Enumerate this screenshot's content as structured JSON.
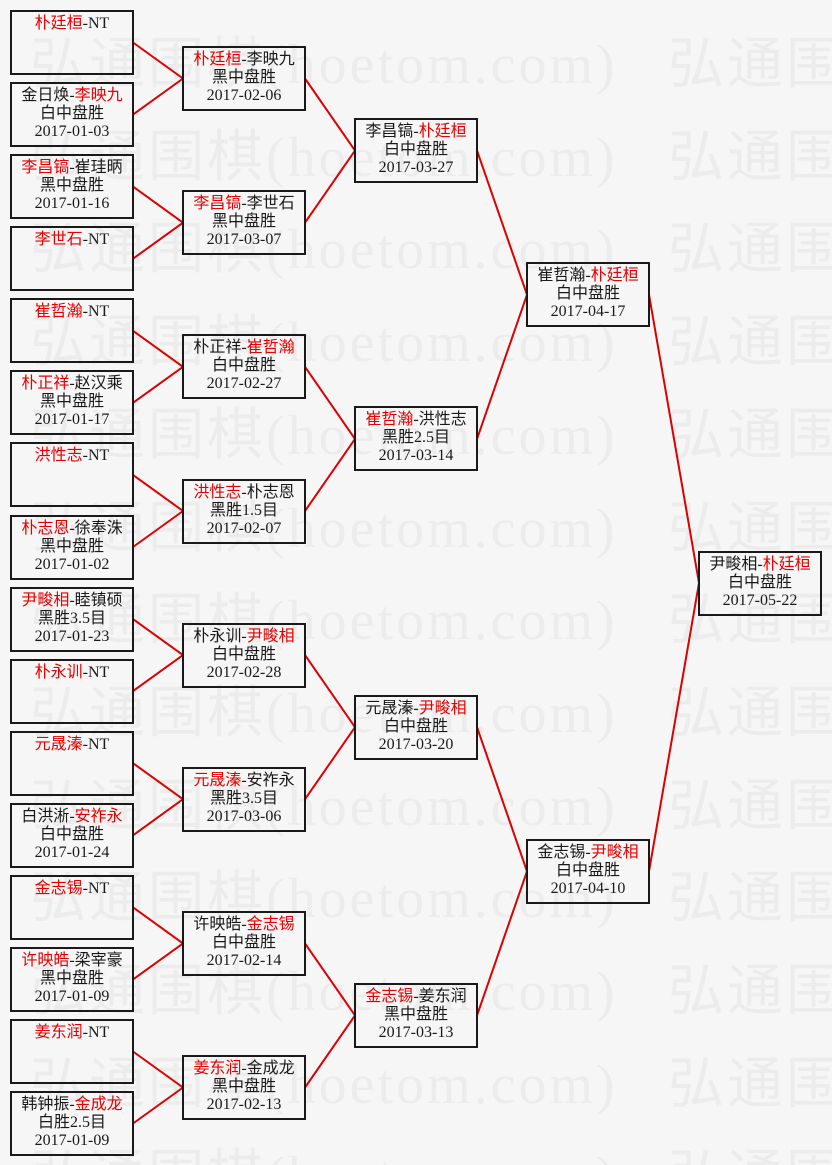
{
  "watermark": {
    "text": "弘通围棋(hoetom.com)",
    "color": "#ececec"
  },
  "colors": {
    "background": "#f6f6f6",
    "box_border": "#191919",
    "text": "#191919",
    "winner_text": "#e60000",
    "connector_line": "#dc0000"
  },
  "bracket": {
    "rounds": [
      {
        "name": "round-1",
        "matches": [
          {
            "left": "朴廷桓",
            "right": "NT",
            "red": "left",
            "result": null,
            "date": null
          },
          {
            "left": "金日焕",
            "right": "李映九",
            "red": "right",
            "result": "白中盘胜",
            "date": "2017-01-03"
          },
          {
            "left": "李昌镐",
            "right": "崔珪昞",
            "red": "left",
            "result": "黑中盘胜",
            "date": "2017-01-16"
          },
          {
            "left": "李世石",
            "right": "NT",
            "red": "left",
            "result": null,
            "date": null
          },
          {
            "left": "崔哲瀚",
            "right": "NT",
            "red": "left",
            "result": null,
            "date": null
          },
          {
            "left": "朴正祥",
            "right": "赵汉乘",
            "red": "left",
            "result": "黑中盘胜",
            "date": "2017-01-17"
          },
          {
            "left": "洪性志",
            "right": "NT",
            "red": "left",
            "result": null,
            "date": null
          },
          {
            "left": "朴志恩",
            "right": "徐奉洙",
            "red": "left",
            "result": "黑中盘胜",
            "date": "2017-01-02"
          },
          {
            "left": "尹畯相",
            "right": "睦镇硕",
            "red": "left",
            "result": "黑胜3.5目",
            "date": "2017-01-23"
          },
          {
            "left": "朴永训",
            "right": "NT",
            "red": "left",
            "result": null,
            "date": null
          },
          {
            "left": "元晟溱",
            "right": "NT",
            "red": "left",
            "result": null,
            "date": null
          },
          {
            "left": "白洪淅",
            "right": "安祚永",
            "red": "right",
            "result": "白中盘胜",
            "date": "2017-01-24"
          },
          {
            "left": "金志锡",
            "right": "NT",
            "red": "left",
            "result": null,
            "date": null
          },
          {
            "left": "许映皓",
            "right": "梁宰豪",
            "red": "left",
            "result": "黑中盘胜",
            "date": "2017-01-09"
          },
          {
            "left": "姜东润",
            "right": "NT",
            "red": "left",
            "result": null,
            "date": null
          },
          {
            "left": "韩钟振",
            "right": "金成龙",
            "red": "right",
            "result": "白胜2.5目",
            "date": "2017-01-09"
          }
        ]
      },
      {
        "name": "round-2",
        "matches": [
          {
            "left": "朴廷桓",
            "right": "李映九",
            "red": "left",
            "result": "黑中盘胜",
            "date": "2017-02-06"
          },
          {
            "left": "李昌镐",
            "right": "李世石",
            "red": "left",
            "result": "黑中盘胜",
            "date": "2017-03-07"
          },
          {
            "left": "朴正祥",
            "right": "崔哲瀚",
            "red": "right",
            "result": "白中盘胜",
            "date": "2017-02-27"
          },
          {
            "left": "洪性志",
            "right": "朴志恩",
            "red": "left",
            "result": "黑胜1.5目",
            "date": "2017-02-07"
          },
          {
            "left": "朴永训",
            "right": "尹畯相",
            "red": "right",
            "result": "白中盘胜",
            "date": "2017-02-28"
          },
          {
            "left": "元晟溱",
            "right": "安祚永",
            "red": "left",
            "result": "黑胜3.5目",
            "date": "2017-03-06"
          },
          {
            "left": "许映皓",
            "right": "金志锡",
            "red": "right",
            "result": "白中盘胜",
            "date": "2017-02-14"
          },
          {
            "left": "姜东润",
            "right": "金成龙",
            "red": "left",
            "result": "黑中盘胜",
            "date": "2017-02-13"
          }
        ]
      },
      {
        "name": "round-3",
        "matches": [
          {
            "left": "李昌镐",
            "right": "朴廷桓",
            "red": "right",
            "result": "白中盘胜",
            "date": "2017-03-27"
          },
          {
            "left": "崔哲瀚",
            "right": "洪性志",
            "red": "left",
            "result": "黑胜2.5目",
            "date": "2017-03-14"
          },
          {
            "left": "元晟溱",
            "right": "尹畯相",
            "red": "right",
            "result": "白中盘胜",
            "date": "2017-03-20"
          },
          {
            "left": "金志锡",
            "right": "姜东润",
            "red": "left",
            "result": "黑中盘胜",
            "date": "2017-03-13"
          }
        ]
      },
      {
        "name": "round-4",
        "matches": [
          {
            "left": "崔哲瀚",
            "right": "朴廷桓",
            "red": "right",
            "result": "白中盘胜",
            "date": "2017-04-17"
          },
          {
            "left": "金志锡",
            "right": "尹畯相",
            "red": "right",
            "result": "白中盘胜",
            "date": "2017-04-10"
          }
        ]
      },
      {
        "name": "final",
        "matches": [
          {
            "left": "尹畯相",
            "right": "朴廷桓",
            "red": "right",
            "result": "白中盘胜",
            "date": "2017-05-22"
          }
        ]
      }
    ]
  }
}
